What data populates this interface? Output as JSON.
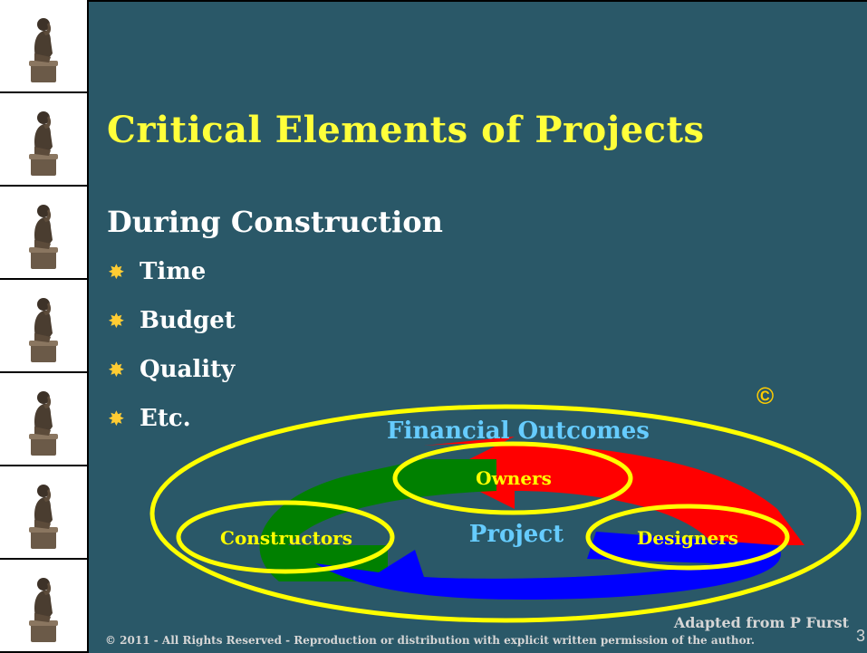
{
  "sidebar": {
    "icon_count": 7,
    "icon": "thinker-statue-icon"
  },
  "slide": {
    "title": "Critical Elements of Projects",
    "subtitle": "During Construction",
    "bullets": [
      "Time",
      "Budget",
      "Quality",
      "Etc."
    ],
    "bullet_glyph": "✸"
  },
  "diagram": {
    "outer_label": "Financial Outcomes",
    "center_label": "Project",
    "nodes": [
      "Owners",
      "Constructors",
      "Designers"
    ],
    "copyright_symbol": "©"
  },
  "footer": {
    "adapted": "Adapted from P Furst",
    "copyright": "© 2011 - All Rights Reserved - Reproduction or distribution with explicit written permission of the author.",
    "page": "3"
  },
  "colors": {
    "background": "#2a5868",
    "title": "#ffff3a",
    "ellipse": "#ffff00",
    "label_blue": "#66ccff",
    "arrow_red": "#ff0000",
    "arrow_green": "#008000",
    "arrow_blue": "#0000ff"
  }
}
